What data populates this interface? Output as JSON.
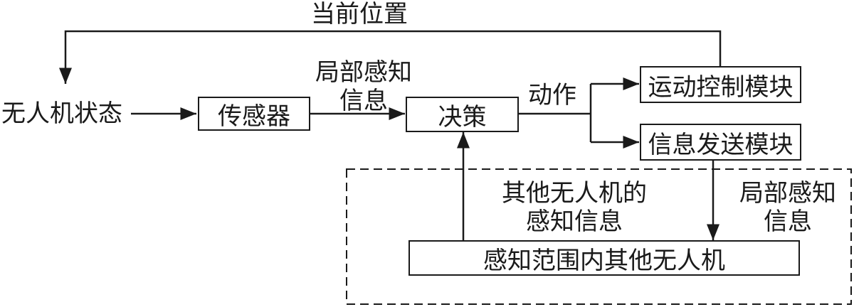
{
  "labels": {
    "current_position": "当前位置",
    "uav_state": "无人机状态",
    "local_perception": "局部感知\n信息",
    "action": "动作",
    "other_uav_perception": "其他无人机的\n感知信息",
    "local_perception_right": "局部感知\n信息"
  },
  "boxes": {
    "sensor": "传感器",
    "decision": "决策",
    "motion_control": "运动控制模块",
    "info_send": "信息发送模块",
    "nearby_uavs": "感知范围内其他无人机"
  }
}
